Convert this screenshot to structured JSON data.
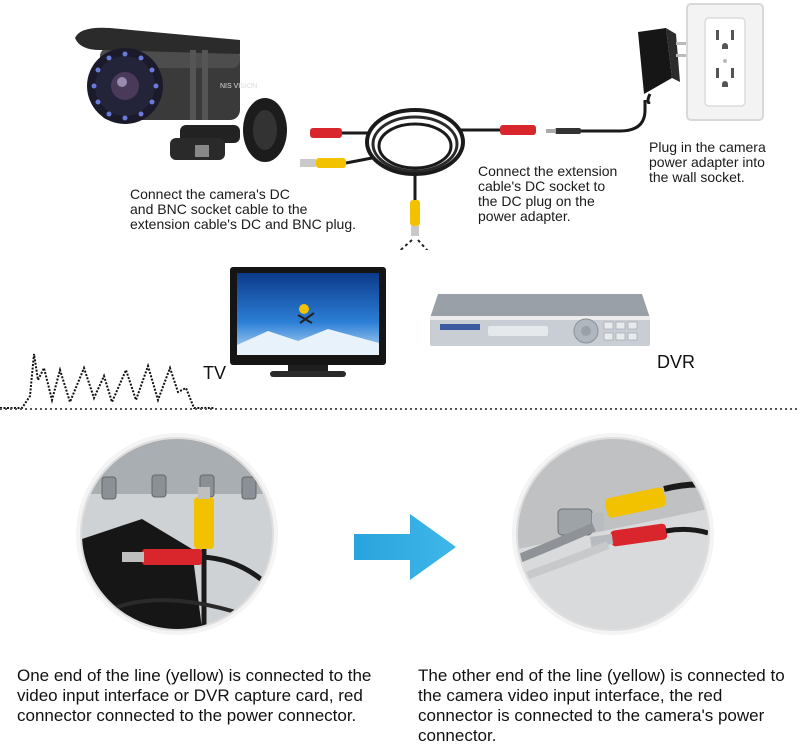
{
  "captions": {
    "camera_cable": "Connect the camera's DC\nand BNC socket cable to the\nextension cable's DC and BNC plug.",
    "extension_socket": "Connect the extension\ncable's DC socket to\nthe DC plug on the\npower adapter.",
    "wall_socket": "Plug in the camera\npower adapter into\nthe wall socket."
  },
  "device_labels": {
    "tv": "TV",
    "dvr": "DVR"
  },
  "camera_brand": "NIS VISION",
  "bottom": {
    "left_text": "One end of the line (yellow) is connected to the video input interface or DVR capture card, red connector connected to the power connector.",
    "right_text": "The other end of the line (yellow) is connected to the camera video input interface, the red connector is connected to the camera's power connector."
  },
  "colors": {
    "arrow": "#2aa6df",
    "cable": "#1a1a1a",
    "yellow": "#f2c200",
    "red": "#d9262c",
    "divider": "#555555"
  },
  "icons": {
    "camera": "cctv-camera-icon",
    "adapter": "power-adapter-icon",
    "outlet": "wall-outlet-icon",
    "tv": "tv-monitor-icon",
    "dvr": "dvr-recorder-icon",
    "arrow": "right-arrow-icon"
  }
}
